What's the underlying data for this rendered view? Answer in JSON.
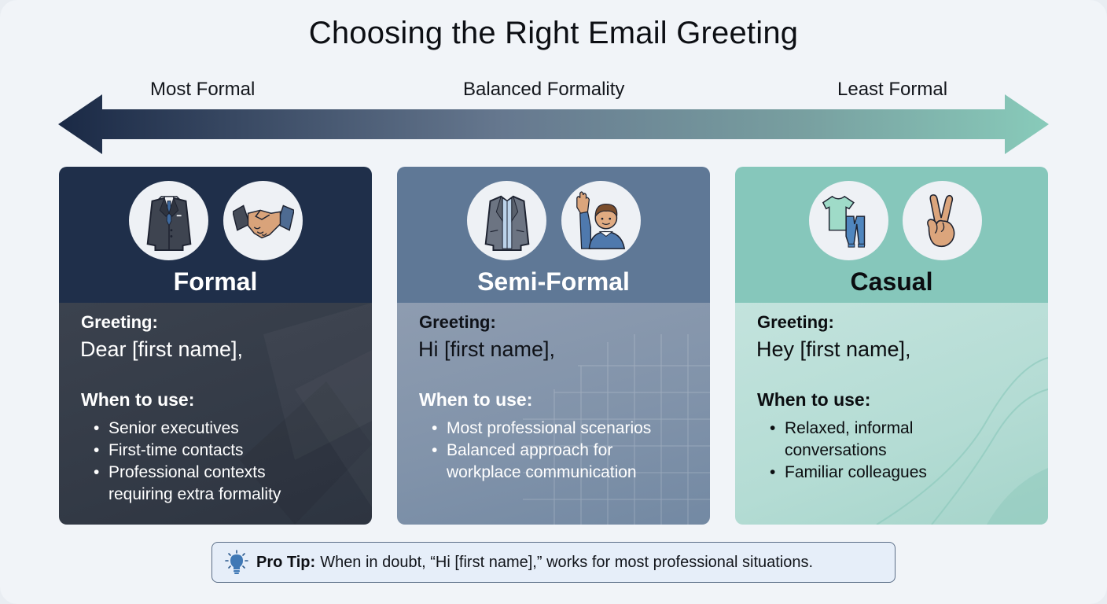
{
  "title": "Choosing the Right Email Greeting",
  "scale": {
    "left_label": "Most Formal",
    "middle_label": "Balanced Formality",
    "right_label": "Least Formal",
    "gradient_start": "#1c2b47",
    "gradient_mid": "#6a7f96",
    "gradient_end": "#86c9b9"
  },
  "cards": [
    {
      "title": "Formal",
      "icons": [
        "business-suit-with-tie-icon",
        "handshake-icon"
      ],
      "greeting_label": "Greeting:",
      "greeting": "Dear [first name],",
      "when_label": "When to use:",
      "bullets": [
        "Senior executives",
        "First-time contacts",
        "Professional contexts requiring extra formality"
      ],
      "header_color": "#1f2f4a",
      "body_color": "#363d49"
    },
    {
      "title": "Semi-Formal",
      "icons": [
        "blazer-icon",
        "waving-person-icon"
      ],
      "greeting_label": "Greeting:",
      "greeting": "Hi [first name],",
      "when_label": "When to use:",
      "bullets": [
        "Most professional scenarios",
        "Balanced approach for workplace communication"
      ],
      "header_color": "#5f7896",
      "body_color": "#8595ab"
    },
    {
      "title": "Casual",
      "icons": [
        "t-shirt-and-jeans-icon",
        "peace-sign-hand-icon"
      ],
      "greeting_label": "Greeting:",
      "greeting": "Hey [first name],",
      "when_label": "When to use:",
      "bullets": [
        "Relaxed, informal conversations",
        "Familiar colleagues"
      ],
      "header_color": "#86c7bb",
      "body_color": "#b8ded7"
    }
  ],
  "tip": {
    "icon": "lightbulb-icon",
    "label": "Pro Tip:",
    "text": "When in doubt, “Hi [first name],” works for most professional situations."
  }
}
